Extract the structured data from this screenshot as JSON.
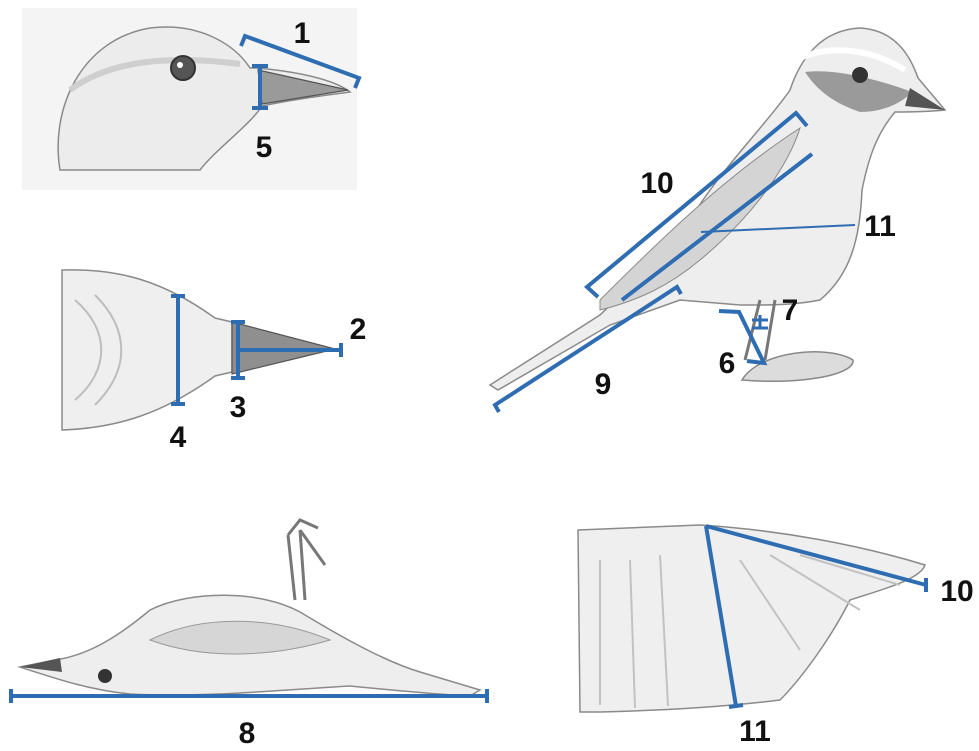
{
  "colors": {
    "measure_line": "#2f6db3",
    "sketch_stroke": "#8a8a8a",
    "sketch_fill": "#eeeeee",
    "label_text": "#111111"
  },
  "panels": {
    "head_side": {
      "labels": [
        "1",
        "5"
      ]
    },
    "bill_top": {
      "labels": [
        "2",
        "3",
        "4"
      ]
    },
    "perched_bird": {
      "labels": [
        "10",
        "11",
        "7",
        "6",
        "9"
      ]
    },
    "lying_bird": {
      "labels": [
        "8"
      ]
    },
    "wing": {
      "labels": [
        "10",
        "11"
      ]
    }
  }
}
